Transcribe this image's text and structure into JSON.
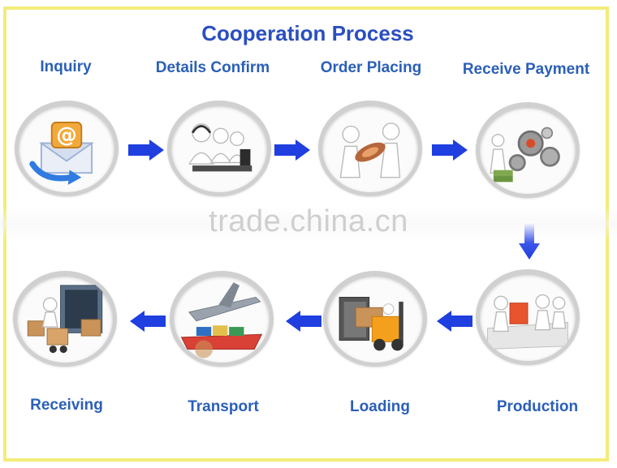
{
  "title": "Cooperation Process",
  "watermark": "trade.china.cn",
  "steps": [
    {
      "label": "Inquiry",
      "icon": "email-icon"
    },
    {
      "label": "Details Confirm",
      "icon": "call-center-icon"
    },
    {
      "label": "Order Placing",
      "icon": "handshake-order-icon"
    },
    {
      "label": "Receive Payment",
      "icon": "money-gears-icon"
    },
    {
      "label": "Production",
      "icon": "production-icon"
    },
    {
      "label": "Loading",
      "icon": "forklift-icon"
    },
    {
      "label": "Transport",
      "icon": "plane-ship-icon"
    },
    {
      "label": "Receiving",
      "icon": "container-boxes-icon"
    }
  ],
  "colors": {
    "title": "#2b4ec0",
    "label": "#2b5fb8",
    "arrow": "#1f3fe0",
    "frame": "#f3ec7a"
  }
}
